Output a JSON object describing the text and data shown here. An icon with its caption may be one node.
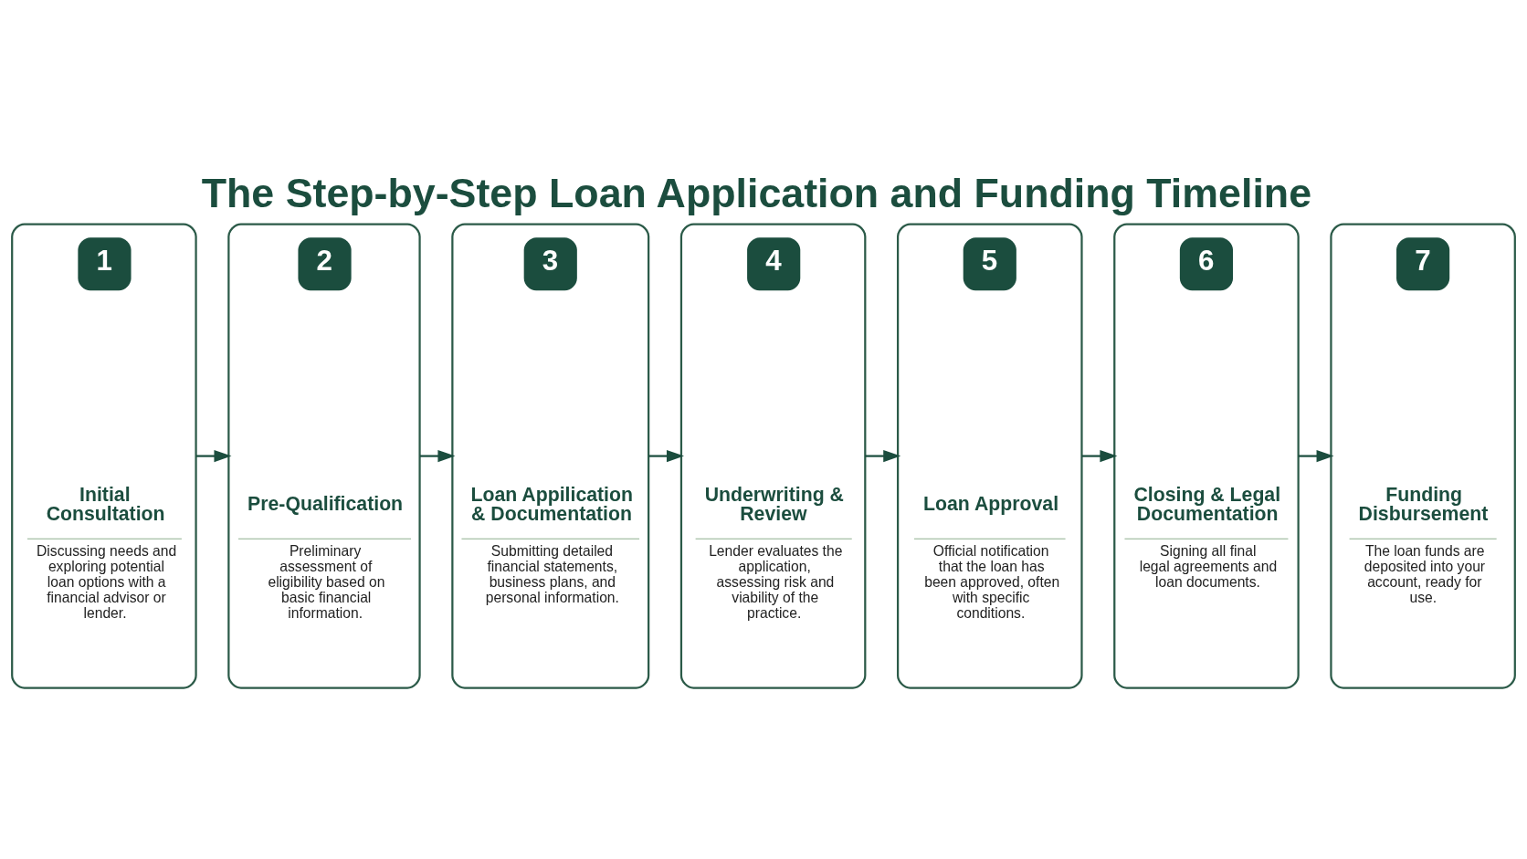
{
  "diagram": {
    "title": "The Step-by-Step Loan Application and Funding Timeline",
    "nodes": [
      {
        "text": [
          "1",
          "Initial Consultation",
          "Discussing needs and exploring potential loan options with a financial advisor or lender."
        ]
      },
      {
        "text": [
          "2",
          "Pre-Qualification",
          "Preliminary assessment of eligibility based on basic financial information."
        ]
      },
      {
        "text": [
          "3",
          "Loan Appilication & Documentation",
          "Submitting detailed financial statements, business plans, and personal information."
        ]
      },
      {
        "text": [
          "4",
          "Underwriting & Review",
          "Lender evaluates the application, assessing risk and viability of the practice."
        ]
      },
      {
        "text": [
          "5",
          "Loan Approval",
          "Official notification that the loan has been approved, often with specific conditions."
        ]
      },
      {
        "text": [
          "6",
          "Closing & Legal Documentation",
          "Signing all final legal agreements and loan documents."
        ]
      },
      {
        "text": [
          "7",
          "Funding Disbursement",
          "The loan funds are deposited into your account, ready for use."
        ]
      }
    ],
    "edges": [
      {
        "from": 0,
        "to": 1,
        "arrow": "to"
      },
      {
        "from": 1,
        "to": 2,
        "arrow": "to"
      },
      {
        "from": 2,
        "to": 3,
        "arrow": "to"
      },
      {
        "from": 3,
        "to": 4,
        "arrow": "to"
      },
      {
        "from": 4,
        "to": 5,
        "arrow": "to"
      },
      {
        "from": 5,
        "to": 6,
        "arrow": "to"
      }
    ]
  }
}
